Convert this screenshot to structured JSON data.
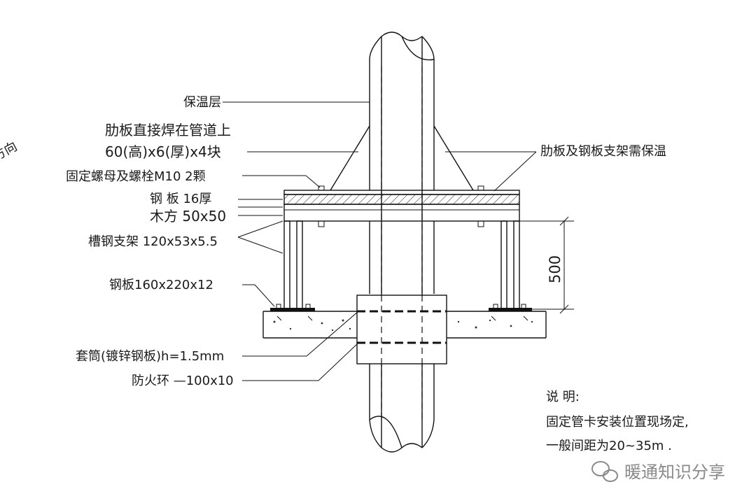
{
  "labels": {
    "insulation": "保温层",
    "rib_weld": "肋板直接焊在管道上",
    "rib_size": "60(高)x6(厚)x4块",
    "bolts": "固定螺母及螺栓M10  2颗",
    "steel_plate": "钢  板   16厚",
    "wood": "木方 50x50",
    "channel": "槽钢支架 120x53x5.5",
    "base_plate": "钢板160x220x12",
    "sleeve": "套筒(镀锌钢板)h=1.5mm",
    "fire_ring": "防火环 —100x10",
    "rib_insulation_note": "肋板及钢板支架需保温",
    "partial_left": "方向",
    "dimension": "500"
  },
  "note": {
    "title": "说  明:",
    "line1": "固定管卡安装位置现场定,",
    "line2": "一般间距为20~35m ."
  },
  "watermark": "暖通知识分享"
}
